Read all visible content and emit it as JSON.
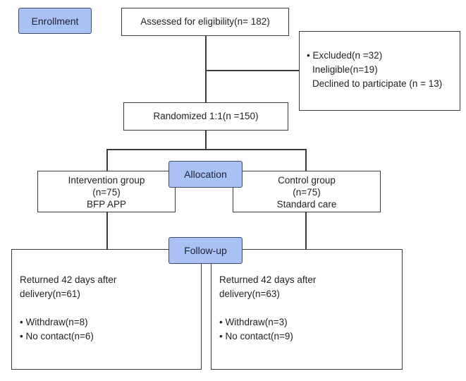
{
  "stages": {
    "enrollment": "Enrollment",
    "allocation": "Allocation",
    "follow_up": "Follow-up"
  },
  "assessed": "Assessed for eligibility(n= 182)",
  "excluded": {
    "header": "Excluded(n =32)",
    "lines": [
      "Ineligible(n=19)",
      "Declined to participate (n = 13)"
    ]
  },
  "randomized": "Randomized 1:1(n =150)",
  "intervention": {
    "title": "Intervention group",
    "n": "(n=75)",
    "detail": "BFP APP"
  },
  "control": {
    "title": "Control group",
    "n": "(n=75)",
    "detail": "Standard care"
  },
  "followup_left": {
    "returned_line1": "Returned 42 days after",
    "returned_line2": "delivery(n=61)",
    "withdraw": "Withdraw(n=8)",
    "no_contact": "No contact(n=6)"
  },
  "followup_right": {
    "returned_line1": "Returned 42 days after",
    "returned_line2": "delivery(n=63)",
    "withdraw": "Withdraw(n=3)",
    "no_contact": "No contact(n=9)"
  }
}
